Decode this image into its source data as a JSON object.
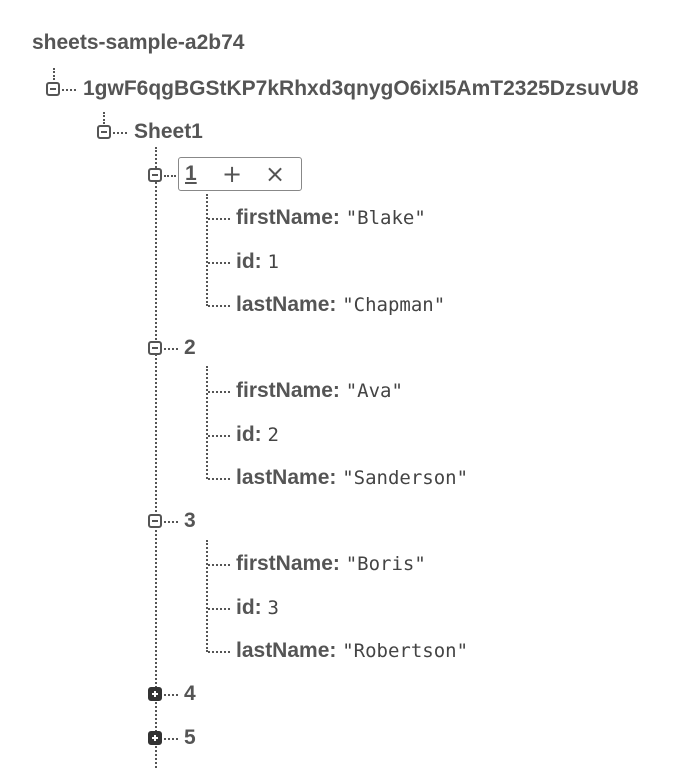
{
  "root": {
    "title": "sheets-sample-a2b74"
  },
  "doc": {
    "key": "1gwF6qgBGStKP7kRhxd3qnygO6ixI5AmT2325DzsuvU8"
  },
  "sheet": {
    "key": "Sheet1"
  },
  "selected": {
    "key": "1",
    "add_glyph": "+",
    "delete_glyph": "×"
  },
  "rows": [
    {
      "key": "1",
      "fields": [
        {
          "name": "firstName",
          "value": "\"Blake\""
        },
        {
          "name": "id",
          "value": "1"
        },
        {
          "name": "lastName",
          "value": "\"Chapman\""
        }
      ]
    },
    {
      "key": "2",
      "fields": [
        {
          "name": "firstName",
          "value": "\"Ava\""
        },
        {
          "name": "id",
          "value": "2"
        },
        {
          "name": "lastName",
          "value": "\"Sanderson\""
        }
      ]
    },
    {
      "key": "3",
      "fields": [
        {
          "name": "firstName",
          "value": "\"Boris\""
        },
        {
          "name": "id",
          "value": "3"
        },
        {
          "name": "lastName",
          "value": "\"Robertson\""
        }
      ]
    },
    {
      "key": "4"
    },
    {
      "key": "5"
    }
  ],
  "field_separator": ":",
  "icons": {
    "expanded": "collapse-icon",
    "collapsed": "expand-icon"
  }
}
